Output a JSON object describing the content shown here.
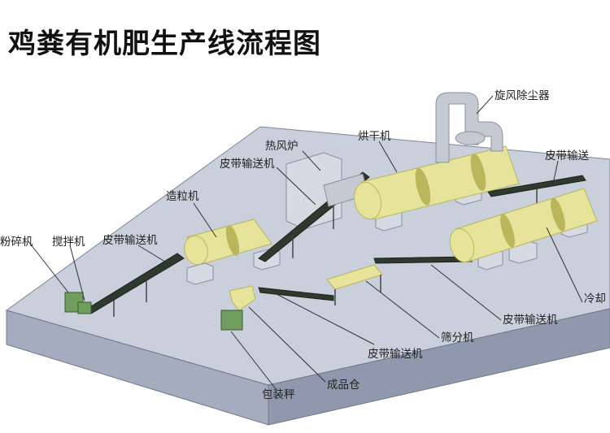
{
  "title": "鸡粪有机肥生产线流程图",
  "colors": {
    "platform_top": "#c9cfdb",
    "platform_front": "#a4acbe",
    "platform_side": "#8f98ad",
    "block": "#d6dae3",
    "drum": "#e6e49a",
    "drum_dark": "#b9b65c",
    "belt": "#2f3a2f",
    "duct": "#c5cad2"
  },
  "labels": {
    "cyclone": "旋风除尘器",
    "dryer": "烘干机",
    "hot_stove": "热风炉",
    "belt_to_dryer": "皮带输送机",
    "belt_right": "皮带输送",
    "granulator": "造粒机",
    "crusher": "粉碎机",
    "mixer": "搅拌机",
    "belt_to_granulator": "皮带输送机",
    "cooler": "冷却",
    "belt_cooler": "皮带输送机",
    "screener": "筛分机",
    "belt_to_silo": "皮带输送机",
    "product_silo": "成品仓",
    "packer": "包装秤"
  }
}
